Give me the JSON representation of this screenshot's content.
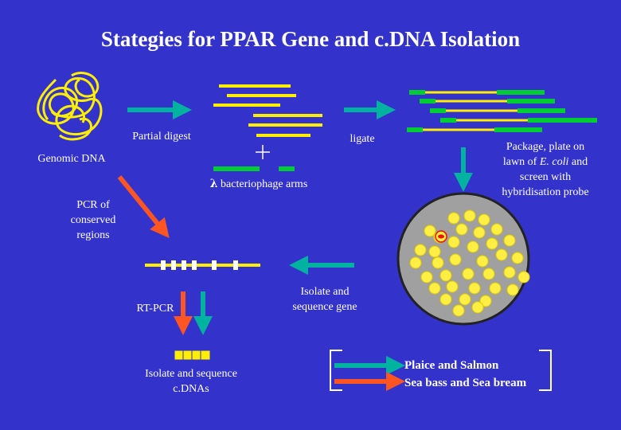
{
  "title": "Stategies for PPAR Gene and c.DNA Isolation",
  "labels": {
    "genomic_dna": "Genomic DNA",
    "partial_digest": "Partial digest",
    "ligate": "ligate",
    "lambda_symbol": "λ",
    "bacteriophage_arms": "bacteriophage arms",
    "package_line1": "Package, plate on",
    "package_line2_pre": "lawn of ",
    "package_line2_italic": "E. coli",
    "package_line2_post": " and",
    "package_line3": "screen with",
    "package_line4": "hybridisation probe",
    "pcr_line1": "PCR of",
    "pcr_line2": "conserved",
    "pcr_line3": "regions",
    "rt_pcr": "RT-PCR",
    "isolate_gene_line1": "Isolate and",
    "isolate_gene_line2": "sequence gene",
    "isolate_cdna_line1": "Isolate and sequence",
    "isolate_cdna_line2": "c.DNAs"
  },
  "legend": {
    "teal_label": "Plaice and Salmon",
    "orange_label": "Sea bass and Sea bream"
  },
  "colors": {
    "background": "#3333cc",
    "dna_yellow": "#ffee00",
    "phage_green": "#00cc33",
    "arrow_teal": "#00b3a0",
    "arrow_orange": "#ff5522",
    "plate_grey": "#a0a0a0",
    "plaque_yellow": "#ffee44",
    "positive_red": "#ee1100"
  }
}
